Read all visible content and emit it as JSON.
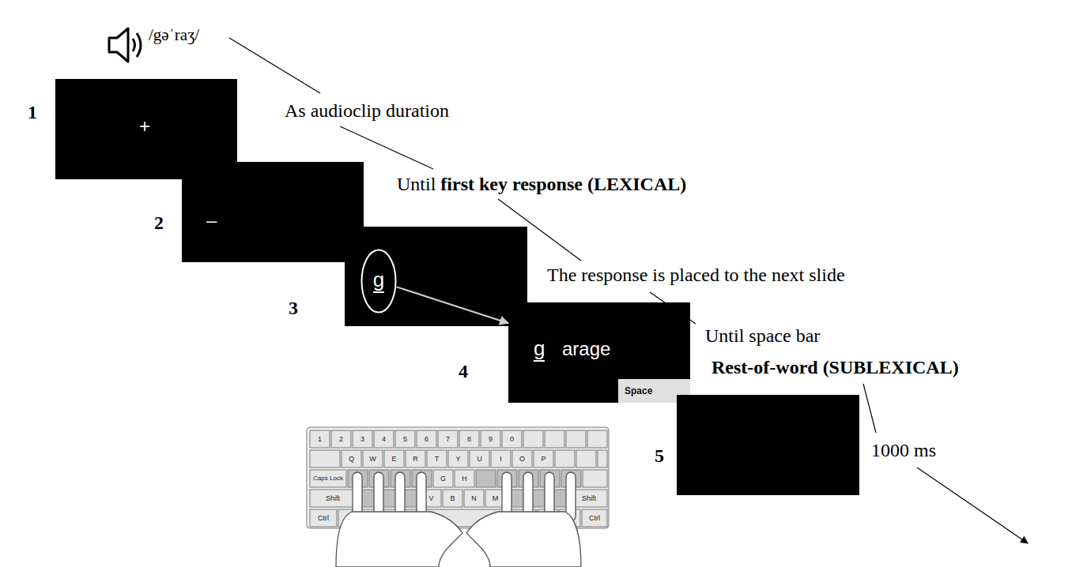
{
  "diagram": {
    "nodes": [
      {
        "text": [
          "1",
          "+"
        ]
      },
      {
        "text": [
          "2",
          "–"
        ]
      },
      {
        "text": [
          "3"
        ]
      },
      {
        "text": [
          "g"
        ],
        "in": 2
      },
      {
        "text": [
          "4",
          "g",
          "arage"
        ]
      },
      {
        "text": [
          "Space"
        ],
        "in": 4
      },
      {
        "text": [
          "5"
        ]
      }
    ],
    "edges": [
      {
        "from": 3,
        "to": 4,
        "arrow": "to"
      }
    ],
    "labels": [
      "/gəˈraʒ/",
      "As audioclip duration",
      "Until",
      "first key response (LEXICAL)",
      "The response is placed to the next slide",
      "Until space bar",
      "Rest-of-word (SUBLEXICAL)",
      "1000 ms",
      "1",
      "2",
      "3",
      "4",
      "5",
      "6",
      "7",
      "8",
      "9",
      "0",
      "Q",
      "W",
      "E",
      "R",
      "T",
      "Y",
      "U",
      "I",
      "O",
      "P",
      "Caps Lock",
      "G",
      "H",
      "Shift",
      "V",
      "B",
      "N",
      "M",
      "Shift",
      "Ctrl",
      "Ctrl"
    ]
  }
}
